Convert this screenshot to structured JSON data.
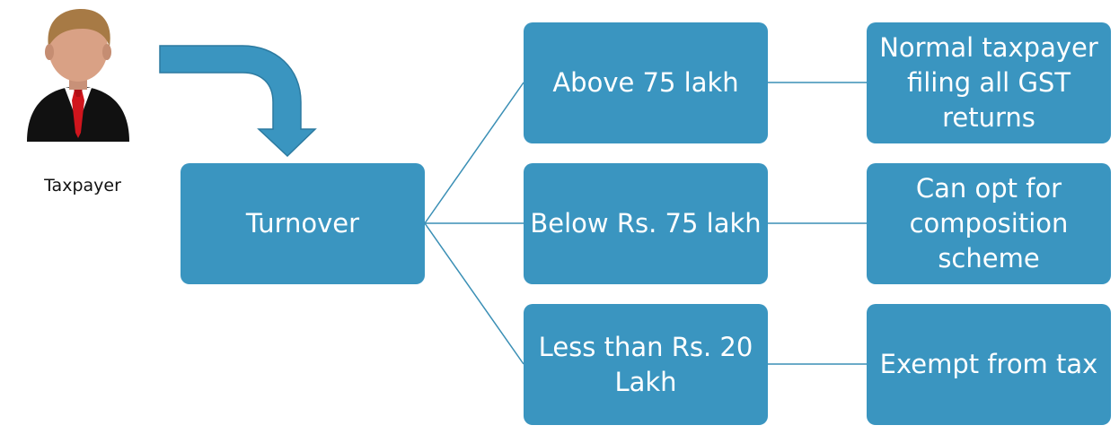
{
  "colors": {
    "box_fill": "#3a95c0",
    "arrow_fill": "#3a95c0",
    "arrow_stroke": "#2c7aa0",
    "connector": "#3a8fb5",
    "text_on_box": "#ffffff"
  },
  "actor": {
    "icon": "businessman-icon",
    "label": "Taxpayer"
  },
  "root": {
    "label": "Turnover"
  },
  "branches": [
    {
      "label": "Above 75 lakh",
      "outcome": "Normal taxpayer filing all GST returns"
    },
    {
      "label": "Below Rs. 75 lakh",
      "outcome": "Can opt for composition scheme"
    },
    {
      "label": "Less than Rs. 20 Lakh",
      "outcome": "Exempt from tax"
    }
  ]
}
